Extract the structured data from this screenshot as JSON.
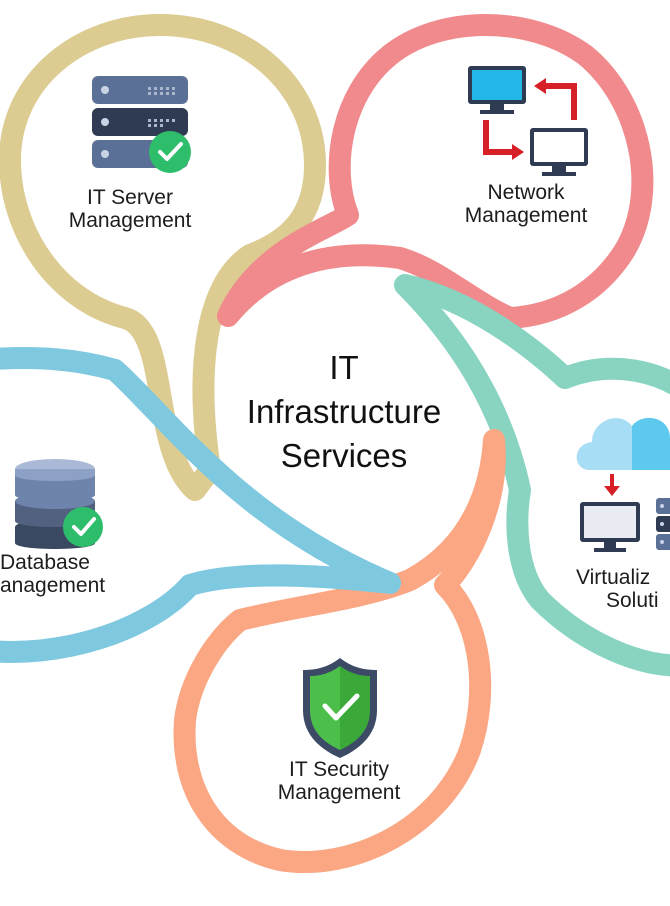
{
  "diagram": {
    "title_lines": [
      "IT",
      "Infrastructure",
      "Services"
    ],
    "nodes": [
      {
        "id": "server",
        "lines": [
          "IT Server",
          "Management"
        ],
        "color": "#dccc92",
        "icon": "server-stack-icon"
      },
      {
        "id": "network",
        "lines": [
          "Network",
          "Management"
        ],
        "color": "#f08a8c",
        "icon": "network-computers-icon"
      },
      {
        "id": "virtual",
        "lines": [
          "Virtualiz",
          "Soluti"
        ],
        "color": "#88d4c1",
        "icon": "cloud-virtualization-icon"
      },
      {
        "id": "security",
        "lines": [
          "IT Security",
          "Management"
        ],
        "color": "#fba783",
        "icon": "security-shield-icon"
      },
      {
        "id": "database",
        "lines": [
          "Database",
          "anagement"
        ],
        "color": "#7ec8e0",
        "icon": "database-icon"
      }
    ],
    "colors": {
      "check": "#2ebd6b",
      "server_dark": "#2f3b52",
      "server_blue": "#5a7096",
      "screen": "#21b8e8",
      "arrow_red": "#d61f26",
      "shield_border": "#3d4a66",
      "shield_green": "#4cbf4a",
      "db_light": "#a9b9d6",
      "db_mid": "#6f84ad",
      "db_dark": "#3b4861",
      "cloud_left": "#a7ddf5",
      "cloud_right": "#5ec9ef"
    }
  }
}
